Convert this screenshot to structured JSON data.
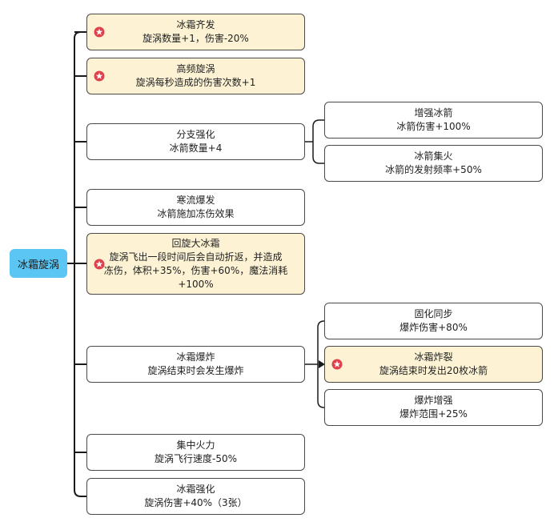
{
  "root": {
    "label": "冰霜旋涡"
  },
  "colors": {
    "root_fill": "#5bc6f3",
    "highlight_fill": "#fdf3d4",
    "line": "#1a1a1a",
    "star_badge": "#e0404a"
  },
  "nodes": [
    {
      "title": "冰霜齐发",
      "desc": "旋涡数量+1，伤害-20%",
      "starred": true
    },
    {
      "title": "高频旋涡",
      "desc": "旋涡每秒造成的伤害次数+1",
      "starred": true
    },
    {
      "title": "分支强化",
      "desc": "冰箭数量+4",
      "starred": false,
      "children": [
        {
          "title": "增强冰箭",
          "desc": "冰箭伤害+100%",
          "starred": false
        },
        {
          "title": "冰箭集火",
          "desc": "冰箭的发射频率+50%",
          "starred": false
        }
      ]
    },
    {
      "title": "寒流爆发",
      "desc": "冰箭施加冻伤效果",
      "starred": false
    },
    {
      "title": "回旋大冰霜",
      "desc": "旋涡飞出一段时间后会自动折返，并造成\n冻伤，体积+35%，伤害+60%，魔法消耗\n+100%",
      "starred": true
    },
    {
      "title": "冰霜爆炸",
      "desc": "旋涡结束时会发生爆炸",
      "starred": false,
      "children": [
        {
          "title": "固化同步",
          "desc": "爆炸伤害+80%",
          "starred": false
        },
        {
          "title": "冰霜炸裂",
          "desc": "旋涡结束时发出20枚冰箭",
          "starred": true
        },
        {
          "title": "爆炸增强",
          "desc": "爆炸范围+25%",
          "starred": false
        }
      ]
    },
    {
      "title": "集中火力",
      "desc": "旋涡飞行速度-50%",
      "starred": false
    },
    {
      "title": "冰霜强化",
      "desc": "旋涡伤害+40%（3张）",
      "starred": false
    }
  ]
}
